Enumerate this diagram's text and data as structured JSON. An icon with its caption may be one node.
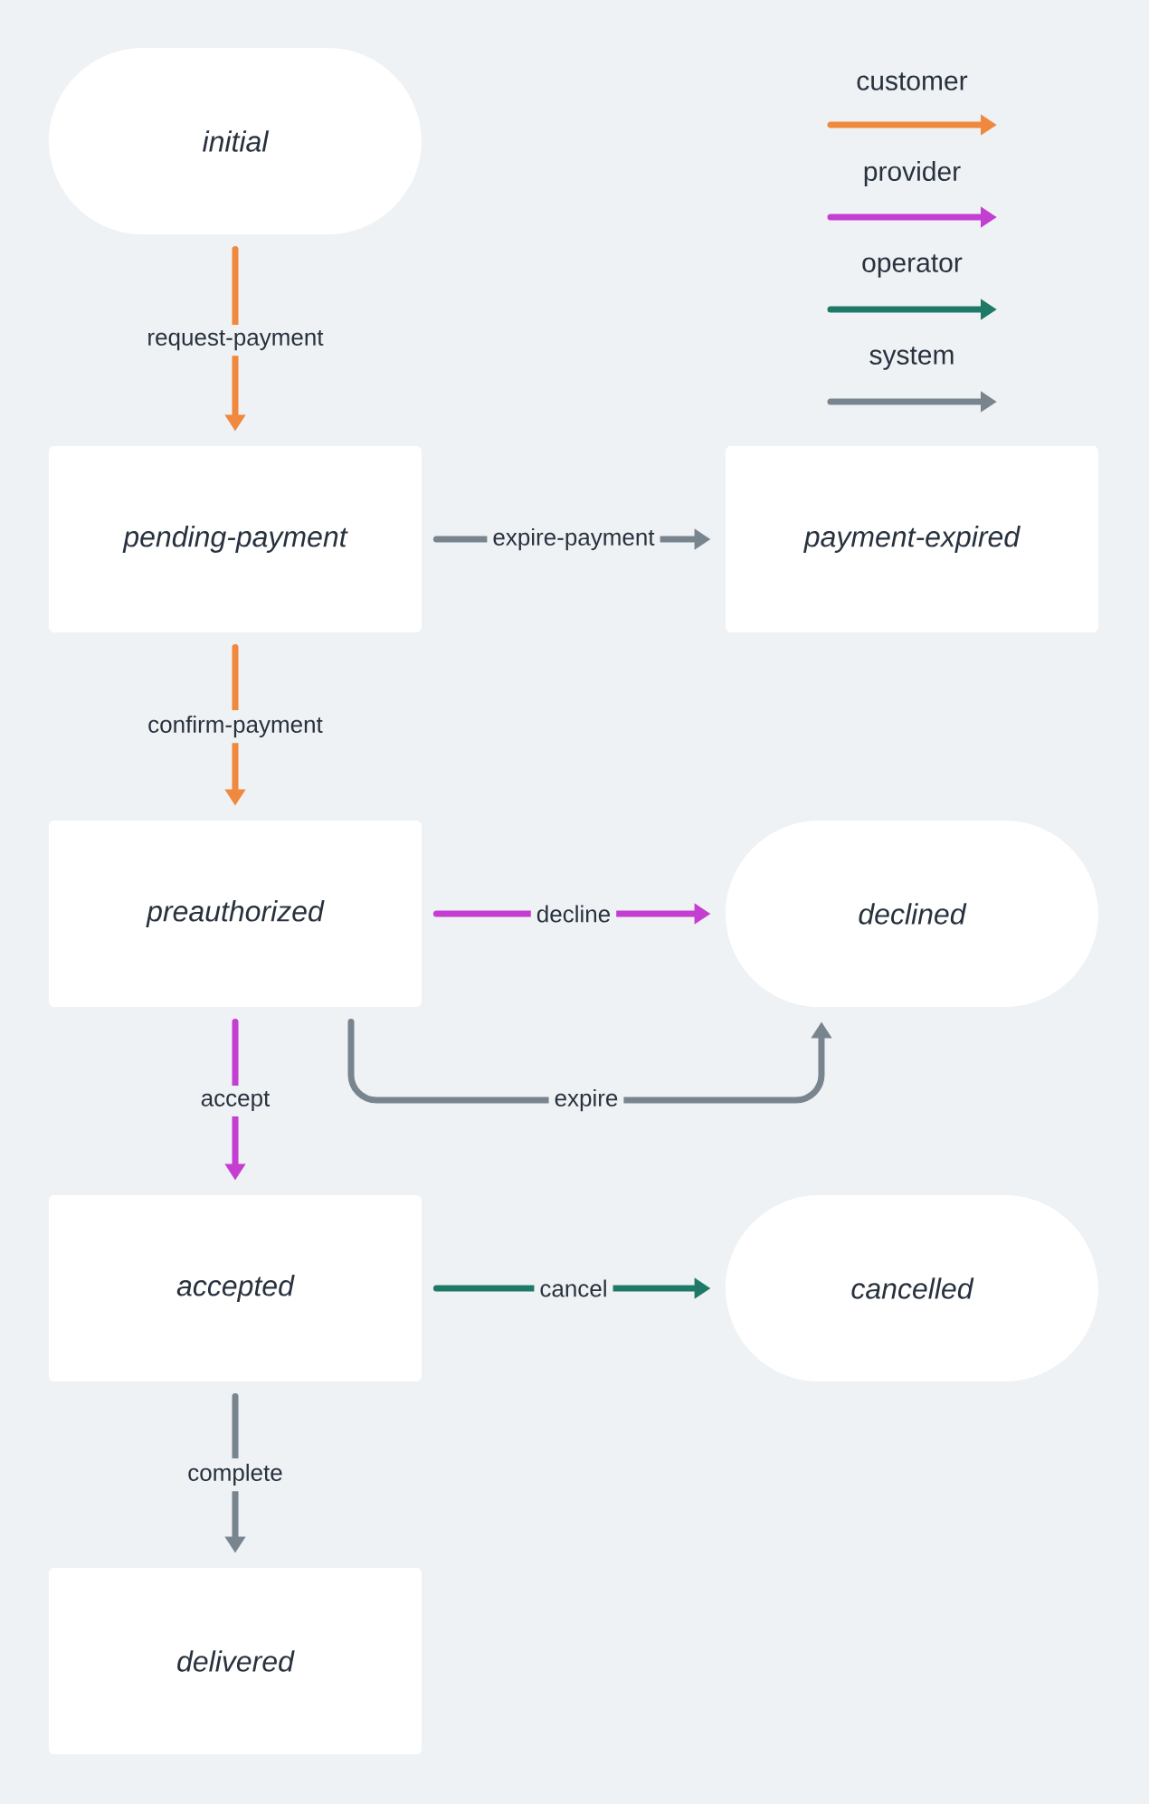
{
  "diagram": {
    "nodes": [
      {
        "text": [
          "initial"
        ]
      },
      {
        "text": [
          "pending-payment"
        ]
      },
      {
        "text": [
          "payment-expired"
        ]
      },
      {
        "text": [
          "preauthorized"
        ]
      },
      {
        "text": [
          "declined"
        ]
      },
      {
        "text": [
          "accepted"
        ]
      },
      {
        "text": [
          "cancelled"
        ]
      },
      {
        "text": [
          "delivered"
        ]
      }
    ],
    "edges": [
      {
        "from": 0,
        "to": 1,
        "arrow": "to",
        "label": "request-payment",
        "color": "#f0883e"
      },
      {
        "from": 1,
        "to": 2,
        "arrow": "to",
        "label": "expire-payment",
        "color": "#78858f"
      },
      {
        "from": 1,
        "to": 3,
        "arrow": "to",
        "label": "confirm-payment",
        "color": "#f0883e"
      },
      {
        "from": 3,
        "to": 4,
        "arrow": "to",
        "label": "decline",
        "color": "#c43ed2"
      },
      {
        "from": 3,
        "to": 4,
        "arrow": "to",
        "label": "expire",
        "color": "#78858f"
      },
      {
        "from": 3,
        "to": 5,
        "arrow": "to",
        "label": "accept",
        "color": "#c43ed2"
      },
      {
        "from": 5,
        "to": 6,
        "arrow": "to",
        "label": "cancel",
        "color": "#1e7a66"
      },
      {
        "from": 5,
        "to": 7,
        "arrow": "to",
        "label": "complete",
        "color": "#78858f"
      }
    ],
    "legend": [
      {
        "text": "customer",
        "color": "#f0883e"
      },
      {
        "text": "provider",
        "color": "#c43ed2"
      },
      {
        "text": "operator",
        "color": "#1e7a66"
      },
      {
        "text": "system",
        "color": "#78858f"
      }
    ]
  }
}
